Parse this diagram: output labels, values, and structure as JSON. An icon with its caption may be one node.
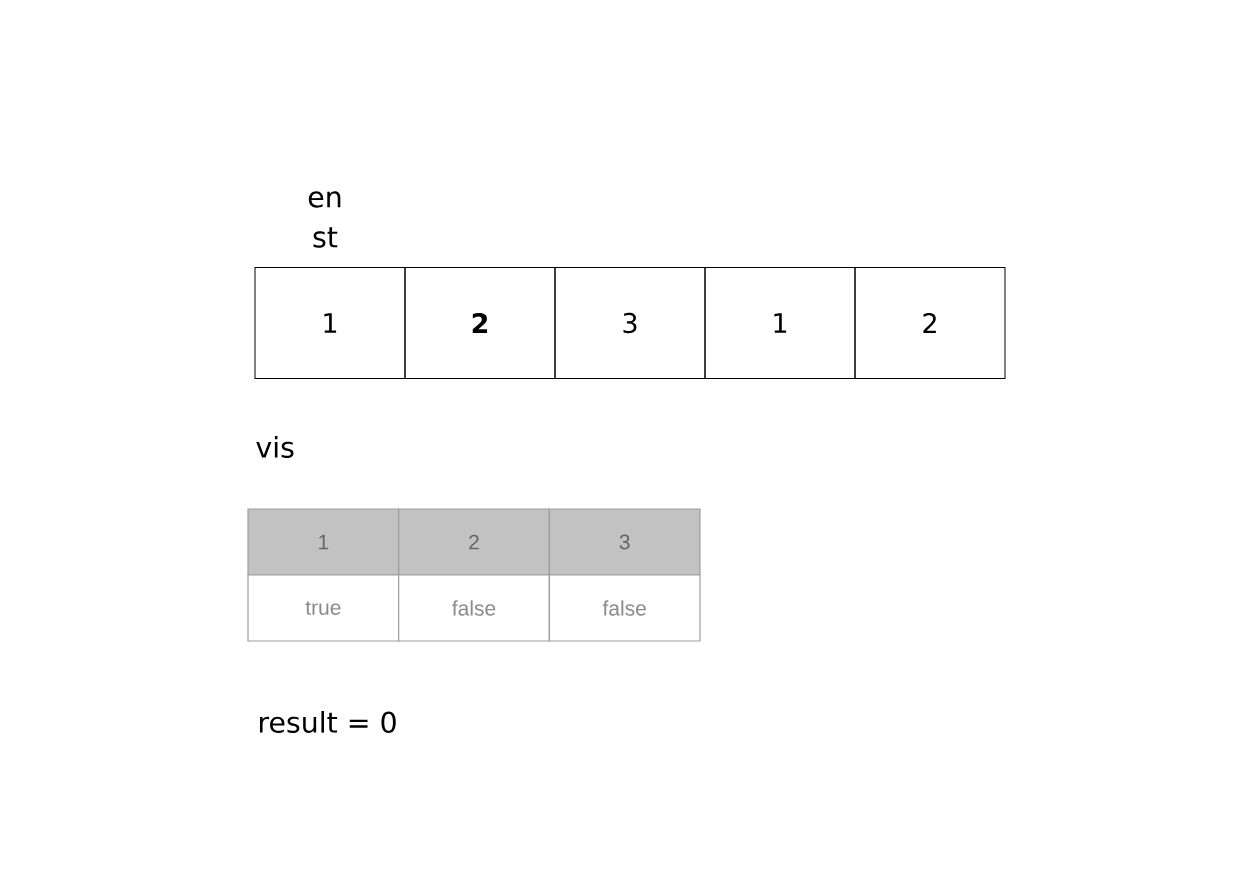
{
  "diagram": {
    "nodes": [
      {
        "text": [
          "1"
        ],
        "beside": [
          "en",
          "st"
        ]
      },
      {
        "text": [
          "**2**"
        ]
      },
      {
        "text": [
          "3"
        ]
      },
      {
        "text": [
          "1"
        ]
      },
      {
        "text": [
          "2"
        ]
      }
    ],
    "labels": [
      "vis",
      "1",
      "2",
      "3",
      "true",
      "false",
      "false",
      "result = 0"
    ]
  }
}
